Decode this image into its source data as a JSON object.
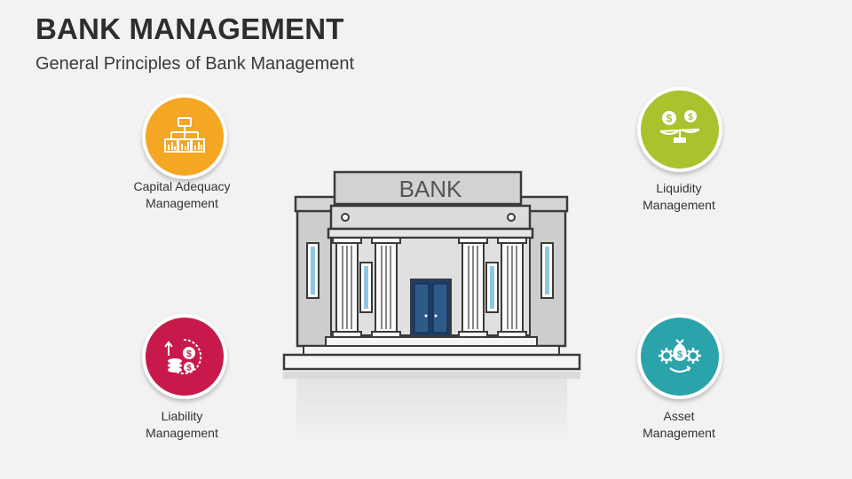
{
  "header": {
    "title": "BANK MANAGEMENT",
    "subtitle": "General Principles of Bank Management"
  },
  "bank": {
    "sign": "BANK"
  },
  "principles": [
    {
      "id": "capital",
      "line1": "Capital Adequacy",
      "line2": "Management",
      "color": "#f5a623",
      "icon": "org-chart-icon"
    },
    {
      "id": "liquidity",
      "line1": "Liquidity",
      "line2": "Management",
      "color": "#a9c22d",
      "icon": "money-scale-icon"
    },
    {
      "id": "liability",
      "line1": "Liability",
      "line2": "Management",
      "color": "#c8194a",
      "icon": "coins-chart-icon"
    },
    {
      "id": "asset",
      "line1": "Asset",
      "line2": "Management",
      "color": "#2aa3ab",
      "icon": "money-gears-icon"
    }
  ]
}
